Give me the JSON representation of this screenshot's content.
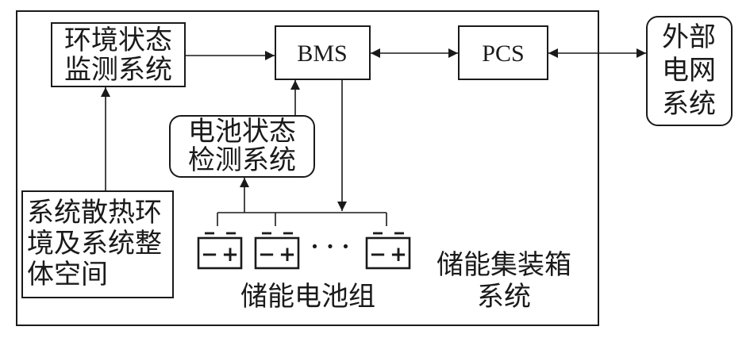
{
  "nodes": {
    "env_monitor": [
      "环境状态",
      "监测系统"
    ],
    "bms": "BMS",
    "pcs": "PCS",
    "grid": [
      "外部",
      "电网",
      "系统"
    ],
    "battery_detect": [
      "电池状态",
      "检测系统"
    ],
    "env_space": [
      "系统散热环",
      "境及系统整",
      "体空间"
    ],
    "battery_group": "储能电池组",
    "container": [
      "储能集装箱",
      "系统"
    ]
  },
  "battery": {
    "minus": "−",
    "plus": "+",
    "ellipsis": "· · ·"
  }
}
